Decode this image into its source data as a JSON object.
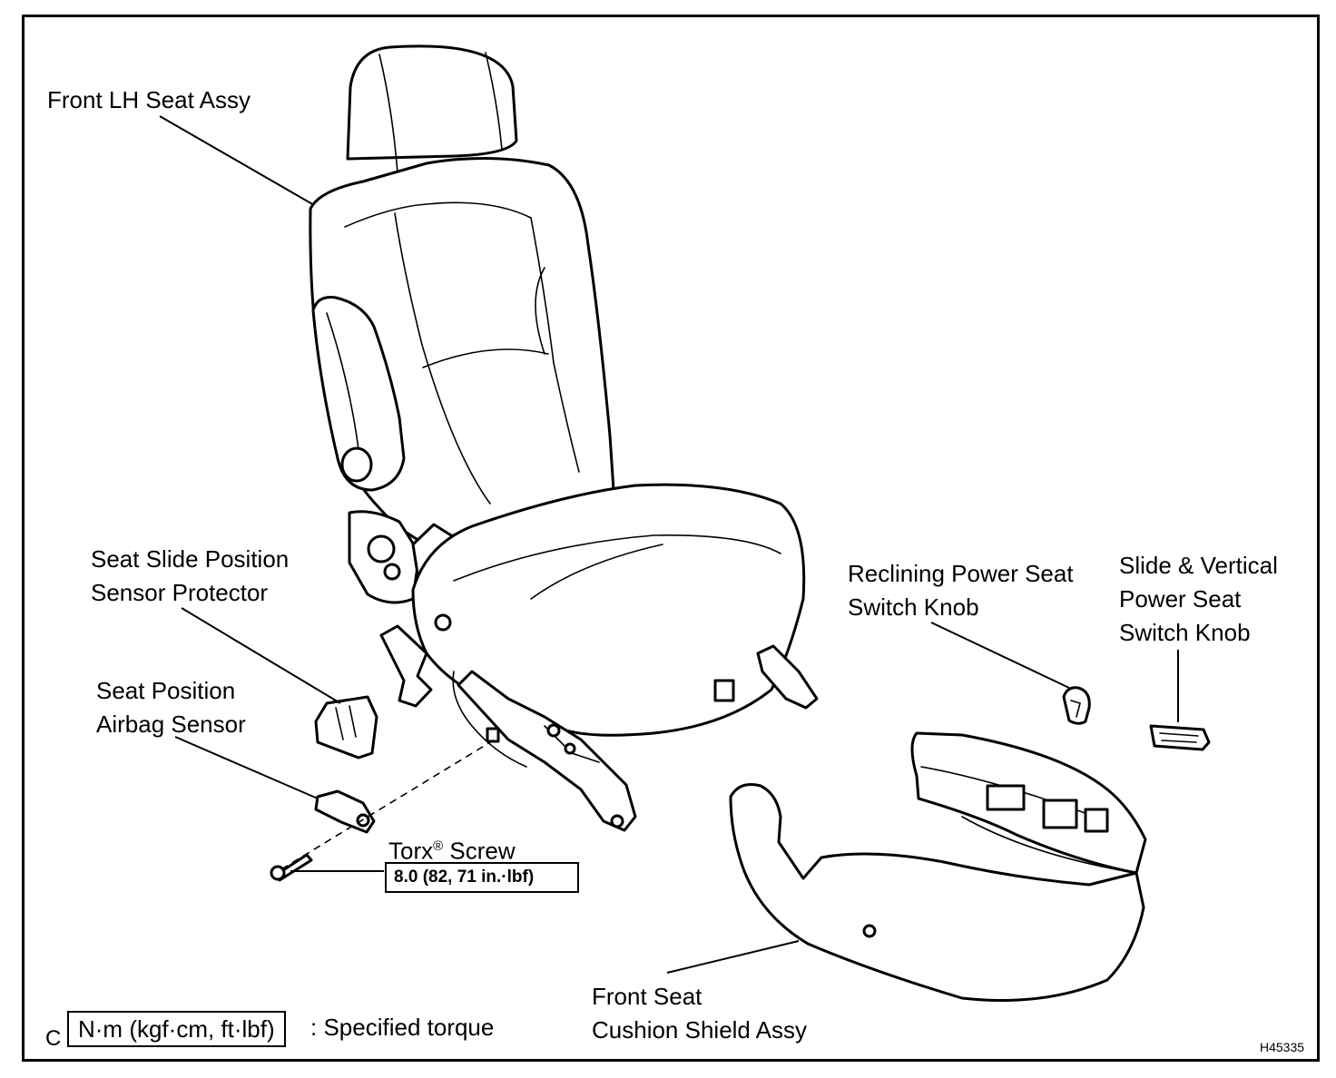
{
  "labels": {
    "front_lh_seat": "Front LH Seat Assy",
    "slide_protector_l1": "Seat Slide Position",
    "slide_protector_l2": "Sensor Protector",
    "airbag_sensor_l1": "Seat Position",
    "airbag_sensor_l2": "Airbag Sensor",
    "torx_screw_pre": "Torx",
    "torx_screw_reg": "®",
    "torx_screw_post": " Screw",
    "torque_value": "8.0 (82, 71 in.·lbf)",
    "reclining_knob_l1": "Reclining Power Seat",
    "reclining_knob_l2": "Switch Knob",
    "slide_vertical_knob_l1": "Slide & Vertical",
    "slide_vertical_knob_l2": "Power Seat",
    "slide_vertical_knob_l3": "Switch Knob",
    "cushion_shield_l1": "Front Seat",
    "cushion_shield_l2": "Cushion Shield Assy"
  },
  "legend": {
    "prefix": "C",
    "unit": "N·m (kgf·cm, ft·lbf)",
    "description": ": Specified torque"
  },
  "figure_id": "H45335"
}
